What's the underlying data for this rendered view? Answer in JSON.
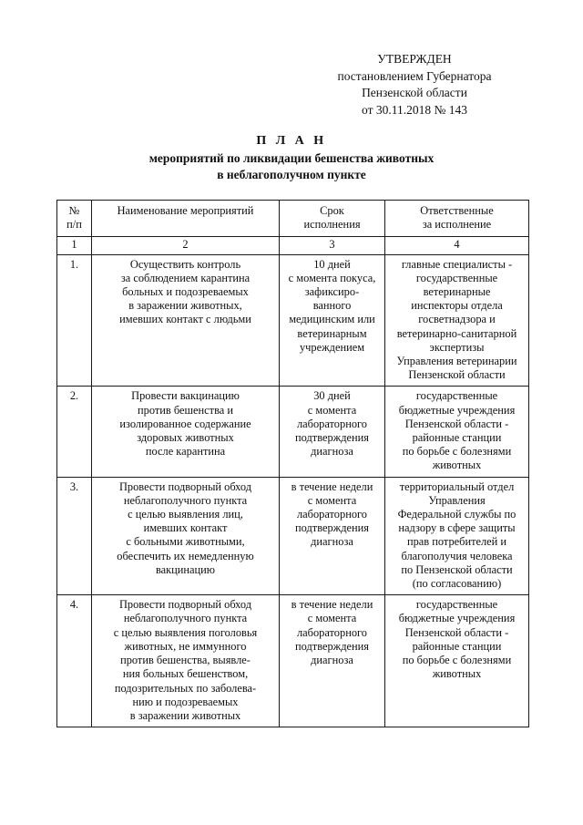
{
  "approval": {
    "line1": "УТВЕРЖДЕН",
    "line2": "постановлением Губернатора",
    "line3": "Пензенской области",
    "line4": "от  30.11.2018 № 143"
  },
  "title": {
    "word": "П Л А Н",
    "line2": "мероприятий по ликвидации бешенства животных",
    "line3": "в неблагополучном пункте"
  },
  "table": {
    "headers": {
      "col1_line1": "№",
      "col1_line2": "п/п",
      "col2_line1": "Наименование мероприятий",
      "col2_line2": "",
      "col3_line1": "Срок",
      "col3_line2": "исполнения",
      "col4_line1": "Ответственные",
      "col4_line2": "за исполнение"
    },
    "numbering": [
      "1",
      "2",
      "3",
      "4"
    ],
    "rows": [
      {
        "index": "1.",
        "measure": [
          "Осуществить контроль",
          "за соблюдением карантина",
          "больных и подозреваемых",
          "в заражении животных,",
          "имевших контакт с людьми"
        ],
        "term": [
          "10 дней",
          "с момента покуса,",
          "зафиксиро-",
          "ванного",
          "медицинским или",
          "ветеринарным",
          "учреждением"
        ],
        "responsible": [
          "главные специалисты -",
          "государственные",
          "ветеринарные",
          "инспекторы отдела",
          "госветнадзора и",
          "ветеринарно-санитарной",
          "экспертизы",
          "Управления ветеринарии",
          "Пензенской области"
        ]
      },
      {
        "index": "2.",
        "measure": [
          "Провести вакцинацию",
          "против бешенства и",
          "изолированное содержание",
          "здоровых животных",
          "после карантина"
        ],
        "term": [
          "30 дней",
          "с момента",
          "лабораторного",
          "подтверждения",
          "диагноза"
        ],
        "responsible": [
          "государственные",
          "бюджетные учреждения",
          "Пензенской области -",
          "районные станции",
          "по борьбе с болезнями",
          "животных"
        ]
      },
      {
        "index": "3.",
        "measure": [
          "Провести подворный обход",
          "неблагополучного пункта",
          "с целью выявления лиц,",
          "имевших контакт",
          "с больными животными,",
          "обеспечить их немедленную",
          "вакцинацию"
        ],
        "term": [
          "в течение недели",
          "с момента",
          "лабораторного",
          "подтверждения",
          "диагноза"
        ],
        "responsible": [
          "территориальный отдел",
          "Управления",
          "Федеральной службы по",
          "надзору в сфере защиты",
          "прав потребителей и",
          "благополучия человека",
          "по Пензенской области",
          "(по согласованию)"
        ]
      },
      {
        "index": "4.",
        "measure": [
          "Провести подворный обход",
          "неблагополучного пункта",
          "с целью выявления поголовья",
          "животных, не иммунного",
          "против бешенства, выявле-",
          "ния больных бешенством,",
          "подозрительных по заболева-",
          "нию и подозреваемых",
          "в заражении животных"
        ],
        "term": [
          "в течение недели",
          "с момента",
          "лабораторного",
          "подтверждения",
          "диагноза"
        ],
        "responsible": [
          "государственные",
          "бюджетные учреждения",
          "Пензенской области -",
          "районные станции",
          "по борьбе с болезнями",
          "животных"
        ]
      }
    ]
  }
}
